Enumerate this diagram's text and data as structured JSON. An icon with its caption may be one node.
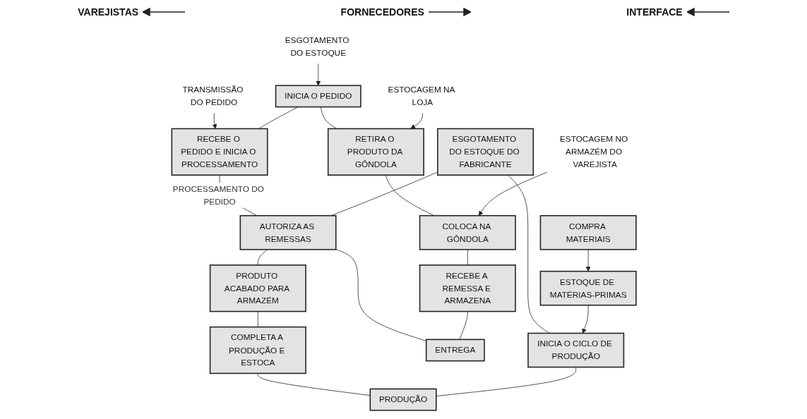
{
  "diagram": {
    "nodes": [
      {
        "text": [
          "ESGOTAMENTO DO ESTOQUE"
        ]
      },
      {
        "text": [
          "TRANSMISSÃO DO PEDIDO"
        ]
      },
      {
        "text": [
          "INICIA O PEDIDO"
        ]
      },
      {
        "text": [
          "RECEBE O PEDIDO E INICIA O PROCESSAMENTO"
        ]
      },
      {
        "text": [
          "PRODUTO ACABADO PARA ARMAZÉM"
        ]
      },
      {
        "text": [
          "COMPLETA A PRODUÇÃO E ESTOCA"
        ]
      },
      {
        "text": [
          "RETIRA O PRODUTO DA GÔNDOLA"
        ]
      },
      {
        "text": [
          "ESTOCAGEM NA LOJA"
        ]
      },
      {
        "text": [
          "PRODUÇÃO"
        ]
      },
      {
        "text": [
          "AUTORIZA AS REMESSAS"
        ]
      },
      {
        "text": [
          "COLOCA NA GÔNDOLA"
        ]
      },
      {
        "text": [
          "ENTREGA"
        ]
      },
      {
        "text": [
          "ESGOTAMENTO DO ESTOQUE DO FABRICANTE"
        ]
      },
      {
        "text": [
          "INICIA O CICLO DE PRODUÇÃO"
        ]
      },
      {
        "text": [
          "ESTOCAGEM NO ARMAZÉM DO VAREJISTA"
        ]
      },
      {
        "text": [
          "RECEBE A REMESSA E ARMAZENA"
        ]
      },
      {
        "text": [
          "COMPRA MATERIAIS"
        ]
      },
      {
        "text": [
          "ESTOQUE DE MATÉRIAS-PRIMAS"
        ]
      }
    ],
    "edges": [
      {
        "from": 0,
        "to": 2,
        "arrow": "to"
      },
      {
        "from": 1,
        "to": 3,
        "arrow": "to"
      },
      {
        "from": 2,
        "to": 3,
        "arrow": "none"
      },
      {
        "from": 3,
        "to": 9,
        "arrow": "none",
        "label": "PROCESSAMENTO DO PEDIDO"
      },
      {
        "from": 9,
        "to": 11,
        "arrow": "none"
      },
      {
        "from": 15,
        "to": 11,
        "arrow": "none"
      },
      {
        "from": 10,
        "to": 15,
        "arrow": "none"
      },
      {
        "from": 6,
        "to": 10,
        "arrow": "none"
      },
      {
        "from": 2,
        "to": 6,
        "arrow": "none"
      },
      {
        "from": 7,
        "to": 6,
        "arrow": "to"
      },
      {
        "from": 14,
        "to": 10,
        "arrow": "to"
      },
      {
        "from": 9,
        "to": 4,
        "arrow": "none"
      },
      {
        "from": 4,
        "to": 5,
        "arrow": "none"
      },
      {
        "from": 5,
        "to": 8,
        "arrow": "none"
      },
      {
        "from": 13,
        "to": 8,
        "arrow": "none"
      },
      {
        "from": 12,
        "to": 13,
        "arrow": "none"
      },
      {
        "from": 12,
        "to": 9,
        "arrow": "none"
      },
      {
        "from": 16,
        "to": 17,
        "arrow": "to"
      },
      {
        "from": 17,
        "to": 13,
        "arrow": "to"
      }
    ],
    "labels": [
      "VAREJISTAS",
      "FORNECEDORES",
      "INTERFACE"
    ]
  }
}
